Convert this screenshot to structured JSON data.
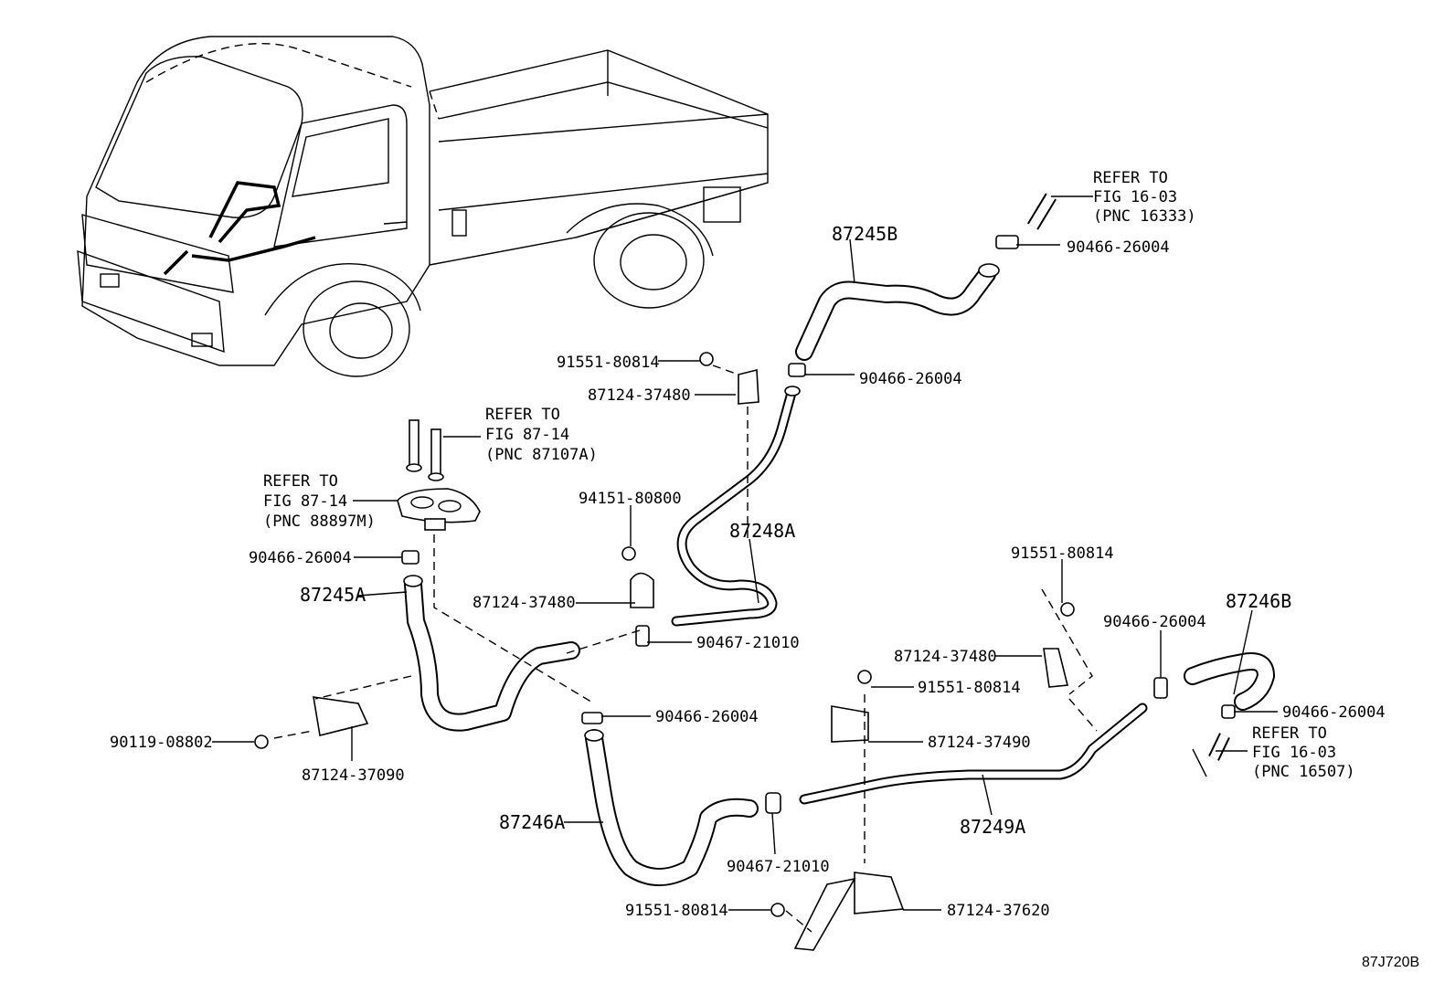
{
  "figure_code": "87J720B",
  "callouts": {
    "c_87245B": "87245B",
    "c_90466_top": "90466-26004",
    "c_90466_mid": "90466-26004",
    "c_91551_a": "91551-80814",
    "c_87124_37480_a": "87124-37480",
    "c_94151": "94151-80800",
    "c_87248A": "87248A",
    "c_87124_37480_b": "87124-37480",
    "c_90467_a": "90467-21010",
    "c_90466_left": "90466-26004",
    "c_87245A": "87245A",
    "c_90466_center": "90466-26004",
    "c_90119": "90119-08802",
    "c_87124_37090": "87124-37090",
    "c_87246A": "87246A",
    "c_90467_b": "90467-21010",
    "c_91551_b": "91551-80814",
    "c_87124_37620": "87124-37620",
    "c_91551_c": "91551-80814",
    "c_87124_37480_c": "87124-37480",
    "c_91551_d": "91551-80814",
    "c_87124_37490": "87124-37490",
    "c_87249A": "87249A",
    "c_90466_right": "90466-26004",
    "c_87246B": "87246B",
    "c_90466_far": "90466-26004"
  },
  "refer": {
    "top_right": [
      "REFER TO",
      "FIG 16-03",
      "(PNC 16333)"
    ],
    "upper_mid": [
      "REFER TO",
      "FIG 87-14",
      "(PNC 87107A)"
    ],
    "left": [
      "REFER TO",
      "FIG 87-14",
      "(PNC 88897M)"
    ],
    "bottom_right": [
      "REFER TO",
      "FIG 16-03",
      "(PNC 16507)"
    ]
  }
}
